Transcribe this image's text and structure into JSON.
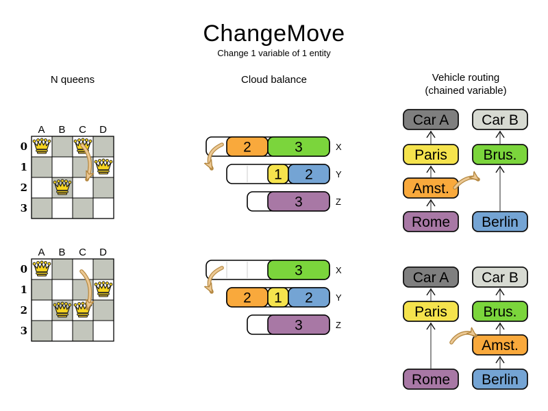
{
  "header": {
    "title": "ChangeMove",
    "subtitle": "Change 1 variable of 1 entity"
  },
  "sections": [
    {
      "id": "nqueens",
      "label": "N queens"
    },
    {
      "id": "cloud",
      "label": "Cloud balance"
    },
    {
      "id": "vrp",
      "label": "Vehicle routing",
      "label2": "(chained variable)"
    }
  ],
  "colors": {
    "orange": "#f9a93c",
    "green": "#7bd53c",
    "yellow": "#f5e34d",
    "blue": "#74a4d4",
    "purple": "#a878a5",
    "car_dark": "#7f7f7f",
    "car_light": "#d7dad2",
    "board_gray": "#c3c6bc",
    "board_white": "#ffffff",
    "queen_gold": "#f6d41f",
    "move_arrow_fill": "#ecc893",
    "move_arrow_outline": "#b3863e",
    "chain_line": "#777777"
  },
  "nqueens": {
    "column_labels": [
      "A",
      "B",
      "C",
      "D"
    ],
    "row_labels": [
      "0",
      "1",
      "2",
      "3"
    ],
    "boards": [
      {
        "state": "before",
        "queens": [
          "A0",
          "C0",
          "D1",
          "B2"
        ],
        "move_from": "C0",
        "move_to": "C2"
      },
      {
        "state": "after",
        "queens": [
          "A0",
          "D1",
          "B2",
          "C2"
        ],
        "move_from": "C0",
        "move_to": "C2"
      }
    ]
  },
  "cloud": {
    "computer_labels": [
      "X",
      "Y",
      "Z"
    ],
    "states": [
      {
        "state": "before",
        "rows": [
          {
            "label": "X",
            "empty_units": 1,
            "segments": [
              {
                "value": "2",
                "color": "orange"
              },
              {
                "value": "3",
                "color": "green"
              }
            ]
          },
          {
            "label": "Y",
            "empty_units": 2,
            "segments": [
              {
                "value": "1",
                "color": "yellow"
              },
              {
                "value": "2",
                "color": "blue"
              }
            ]
          },
          {
            "label": "Z",
            "empty_units": 1,
            "segments": [
              {
                "value": "3",
                "color": "purple"
              }
            ]
          }
        ]
      },
      {
        "state": "after",
        "rows": [
          {
            "label": "X",
            "empty_units": 3,
            "segments": [
              {
                "value": "3",
                "color": "green"
              }
            ]
          },
          {
            "label": "Y",
            "empty_units": 0,
            "segments": [
              {
                "value": "2",
                "color": "orange"
              },
              {
                "value": "1",
                "color": "yellow"
              },
              {
                "value": "2",
                "color": "blue"
              }
            ]
          },
          {
            "label": "Z",
            "empty_units": 1,
            "segments": [
              {
                "value": "3",
                "color": "purple"
              }
            ]
          }
        ]
      }
    ]
  },
  "vrp": {
    "node_colors": {
      "Car A": "car_dark",
      "Car B": "car_light",
      "Paris": "yellow",
      "Brus.": "green",
      "Amst.": "orange",
      "Rome": "purple",
      "Berlin": "blue"
    },
    "states": [
      {
        "state": "before",
        "nodes": [
          {
            "label": "Car A",
            "col": 0,
            "slot": 0
          },
          {
            "label": "Car B",
            "col": 1,
            "slot": 0
          },
          {
            "label": "Paris",
            "col": 0,
            "slot": 1
          },
          {
            "label": "Brus.",
            "col": 1,
            "slot": 1
          },
          {
            "label": "Amst.",
            "col": 0,
            "slot": 2
          },
          {
            "label": "Rome",
            "col": 0,
            "slot": 3
          },
          {
            "label": "Berlin",
            "col": 1,
            "slot": 3
          }
        ],
        "links": [
          [
            "Rome",
            "Amst."
          ],
          [
            "Amst.",
            "Paris"
          ],
          [
            "Paris",
            "Car A"
          ],
          [
            "Berlin",
            "Brus."
          ],
          [
            "Brus.",
            "Car B"
          ]
        ]
      },
      {
        "state": "after",
        "nodes": [
          {
            "label": "Car A",
            "col": 0,
            "slot": 0
          },
          {
            "label": "Car B",
            "col": 1,
            "slot": 0
          },
          {
            "label": "Paris",
            "col": 0,
            "slot": 1
          },
          {
            "label": "Brus.",
            "col": 1,
            "slot": 1
          },
          {
            "label": "Amst.",
            "col": 1,
            "slot": 2
          },
          {
            "label": "Rome",
            "col": 0,
            "slot": 3
          },
          {
            "label": "Berlin",
            "col": 1,
            "slot": 3
          }
        ],
        "links": [
          [
            "Rome",
            "Paris"
          ],
          [
            "Paris",
            "Car A"
          ],
          [
            "Berlin",
            "Amst."
          ],
          [
            "Amst.",
            "Brus."
          ],
          [
            "Brus.",
            "Car B"
          ]
        ]
      }
    ]
  }
}
